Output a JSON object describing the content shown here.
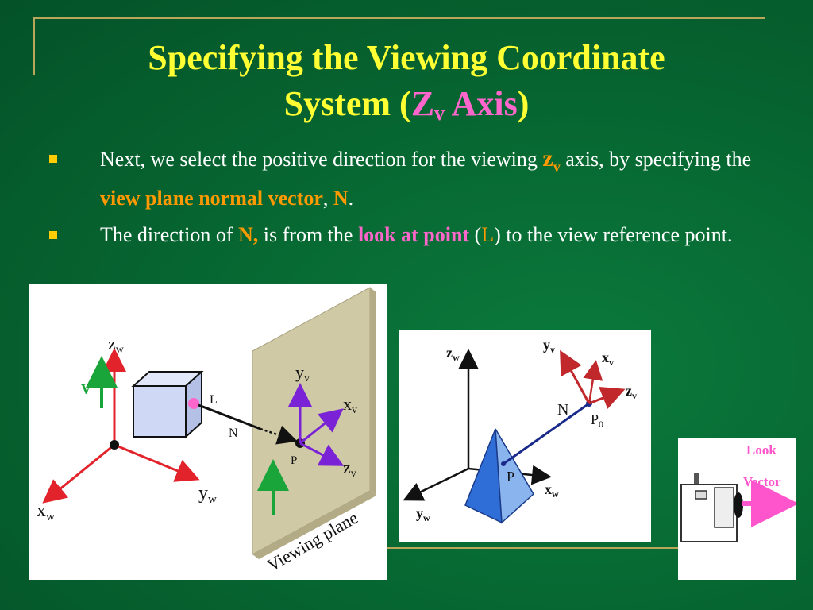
{
  "title": {
    "line1": "Specifying the Viewing Coordinate",
    "line2_prefix": "System (",
    "line2_z": "Z",
    "line2_sub": "v",
    "line2_axis": " Axis",
    "line2_suffix": ")"
  },
  "bullets": [
    {
      "t1": "Next, we select the positive direction for the viewing ",
      "zv": "z",
      "zv_sub": "v",
      "t2": " axis, by specifying the ",
      "highlight": "view plane normal vector",
      "t3": ", ",
      "n": "N",
      "t4": "."
    },
    {
      "t1": "The direction of  ",
      "n": "N,",
      "t2": " is from the ",
      "highlight": "look at point",
      "t3": " (",
      "l": "L",
      "t4": ") to the view reference point."
    }
  ],
  "diagram1": {
    "zw": "z",
    "zw_sub": "w",
    "xw": "x",
    "xw_sub": "w",
    "yw": "y",
    "yw_sub": "w",
    "v": "V",
    "l": "L",
    "n": "N",
    "p": "P",
    "yv": "y",
    "yv_sub": "v",
    "xv": "x",
    "xv_sub": "v",
    "zv": "z",
    "zv_sub": "v",
    "plane_label": "Viewing plane"
  },
  "diagram2": {
    "zw": "z",
    "zw_sub": "w",
    "yv": "y",
    "yv_sub": "v",
    "xv": "x",
    "xv_sub": "v",
    "zv": "z",
    "zv_sub": "v",
    "n": "N",
    "p0": "P",
    "p0_sub": "0",
    "p": "P",
    "xw": "x",
    "xw_sub": "w",
    "yw": "y",
    "yw_sub": "w"
  },
  "diagram3": {
    "look": "Look",
    "vector": "Vector"
  },
  "colors": {
    "title": "#ffff33",
    "highlight_orange": "#ff9900",
    "highlight_pink": "#ff66cc",
    "bullet": "#ffcc00"
  }
}
